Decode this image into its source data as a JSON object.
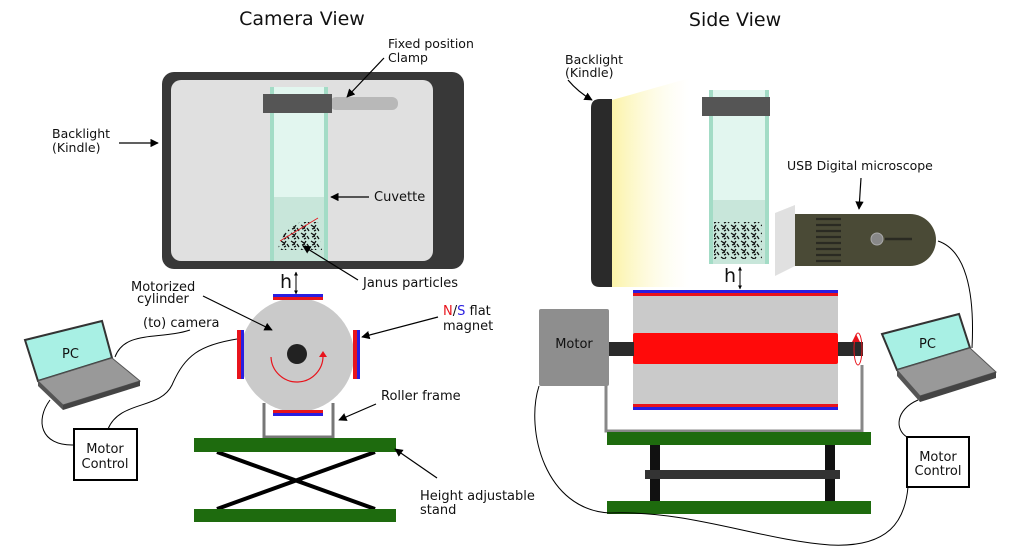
{
  "camera_view": {
    "title": "Camera View",
    "labels": {
      "clamp_line1": "Fixed position",
      "clamp_line2": "Clamp",
      "backlight_line1": "Backlight",
      "backlight_line2": "(Kindle)",
      "cuvette": "Cuvette",
      "janus": "Janus particles",
      "height": "h",
      "motorized_line1": "Motorized",
      "motorized_line2": "cylinder",
      "to_camera": "(to) camera",
      "magnet_n": "N",
      "magnet_slash": "/",
      "magnet_s": "S",
      "magnet_rest": " flat",
      "magnet_line2": "magnet",
      "roller_frame": "Roller frame",
      "stand_line1": "Height adjustable",
      "stand_line2": "stand",
      "pc": "PC",
      "motor_control_line1": "Motor",
      "motor_control_line2": "Control"
    }
  },
  "side_view": {
    "title": "Side View",
    "labels": {
      "backlight_line1": "Backlight",
      "backlight_line2": "(Kindle)",
      "microscope": "USB Digital microscope",
      "height": "h",
      "motor": "Motor",
      "pc": "PC",
      "motor_control_line1": "Motor",
      "motor_control_line2": "Control"
    }
  },
  "colors": {
    "north": "#e8141c",
    "south": "#2a1ee0",
    "stand_green": "#1e6b0e",
    "screen_cyan": "#a8f0e4",
    "cuvette_green": "#a3dcc6",
    "microscope_olive": "#4a4a36"
  }
}
